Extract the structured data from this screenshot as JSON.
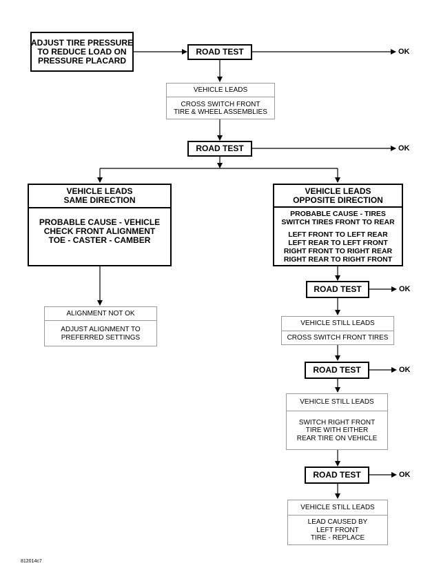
{
  "start_box": {
    "lines": [
      "ADJUST TIRE PRESSURE",
      "TO REDUCE LOAD ON",
      "PRESSURE PLACARD"
    ]
  },
  "road_test_label": "ROAD TEST",
  "ok_label": "OK",
  "vehicle_leads_box": {
    "title": "VEHICLE LEADS",
    "lines": [
      "CROSS SWITCH FRONT",
      "TIRE & WHEEL ASSEMBLIES"
    ]
  },
  "same_direction_box": {
    "title_lines": [
      "VEHICLE LEADS",
      "SAME DIRECTION"
    ],
    "body_lines": [
      "PROBABLE CAUSE - VEHICLE",
      "CHECK FRONT ALIGNMENT",
      "TOE - CASTER - CAMBER"
    ]
  },
  "opposite_direction_box": {
    "title_lines": [
      "VEHICLE LEADS",
      "OPPOSITE DIRECTION"
    ],
    "cause_lines": [
      "PROBABLE CAUSE - TIRES",
      "SWITCH TIRES FRONT TO REAR"
    ],
    "swap_lines": [
      "LEFT FRONT TO LEFT REAR",
      "LEFT REAR TO LEFT FRONT",
      "RIGHT FRONT TO RIGHT REAR",
      "RIGHT REAR TO RIGHT FRONT"
    ]
  },
  "alignment_box": {
    "title": "ALIGNMENT NOT OK",
    "lines": [
      "ADJUST ALIGNMENT TO",
      "PREFERRED SETTINGS"
    ]
  },
  "still_leads_1": {
    "title": "VEHICLE STILL LEADS",
    "lines": [
      "CROSS SWITCH FRONT TIRES"
    ]
  },
  "still_leads_2": {
    "title": "VEHICLE STILL LEADS",
    "lines": [
      "SWITCH RIGHT FRONT",
      "TIRE WITH EITHER",
      "REAR TIRE ON VEHICLE"
    ]
  },
  "still_leads_3": {
    "title": "VEHICLE STILL LEADS",
    "lines": [
      "LEAD CAUSED BY",
      "LEFT FRONT",
      "TIRE - REPLACE"
    ]
  },
  "figure_id": "812014c7"
}
